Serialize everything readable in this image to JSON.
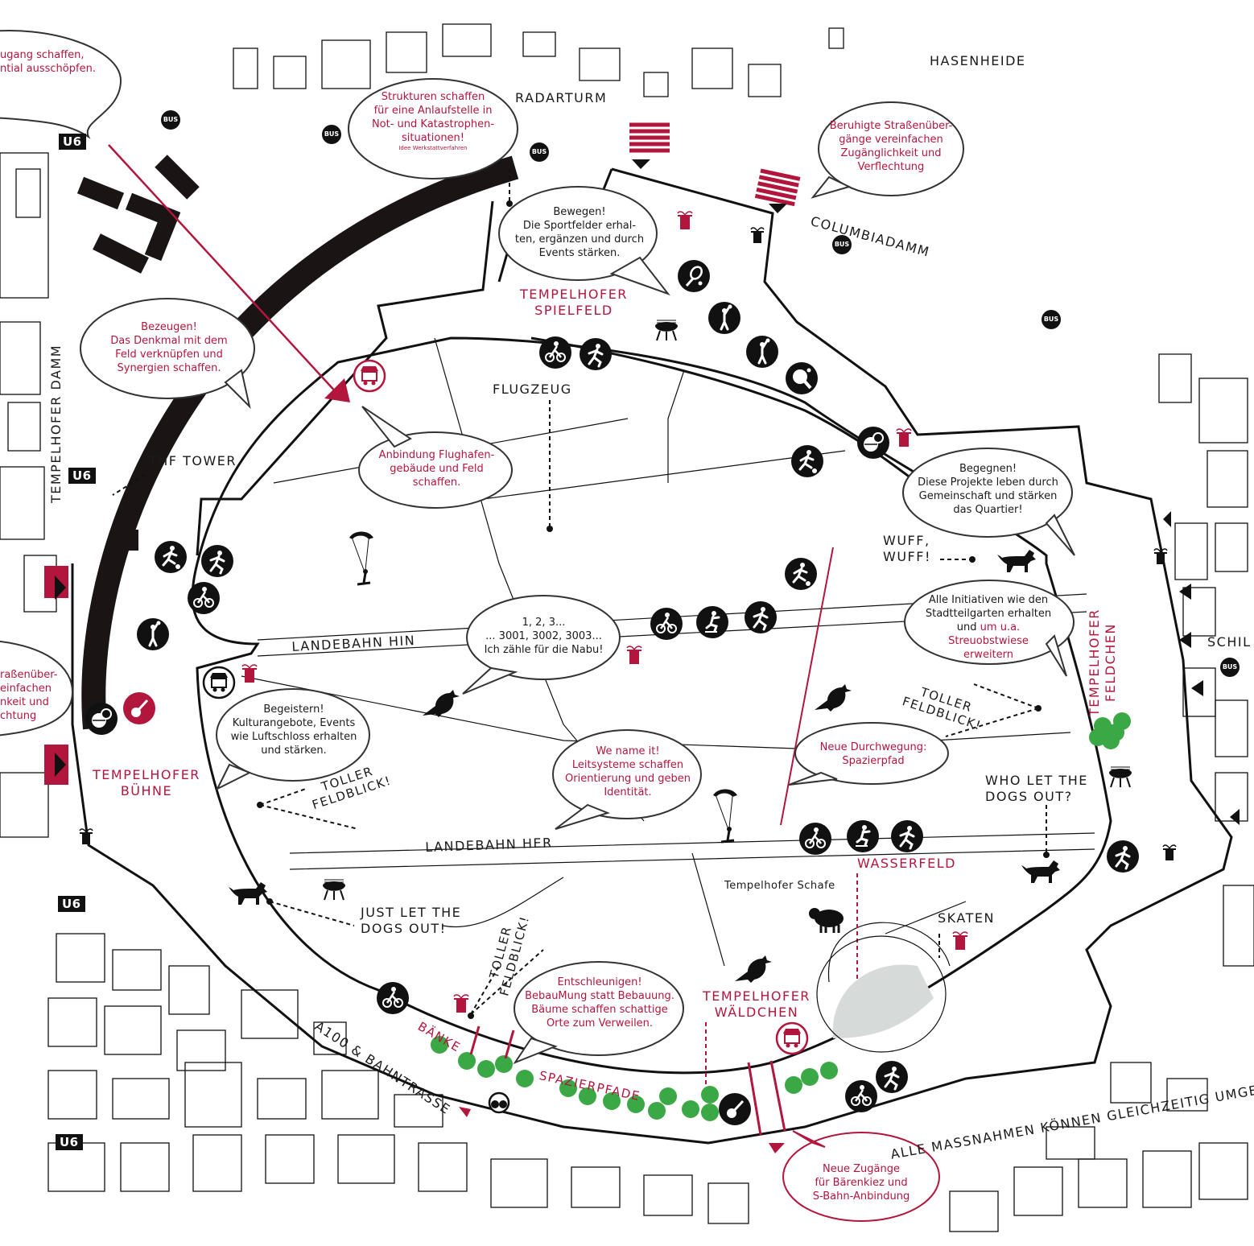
{
  "colors": {
    "accent": "#b3163d",
    "ink": "#111111",
    "green": "#3aa845",
    "grey": "#d6dbd9"
  },
  "streets": {
    "hasenheide": "HASENHEIDE",
    "columbiadamm": "COLUMBIADAMM",
    "tempelhofer_damm": "TEMPELHOFER DAMM",
    "a100": "A100 & BAHNTRASSE",
    "schil": "SCHIL",
    "footer_note": "ALLE MASSNAHMEN KÖNNEN GLEICHZEITIG UMGE"
  },
  "places": {
    "radarturm": "RADARTURM",
    "flugzeug": "FLUGZEUG",
    "thf_tower": "THF TOWER",
    "landebahn_hin": "LANDEBAHN HIN",
    "landebahn_her": "LANDEBAHN HER",
    "wuff": "WUFF,\nWUFF!",
    "toller_feldblick_left": "TOLLER\nFELDBLICK!",
    "toller_feldblick_right": "TOLLER\nFELDBLICK!",
    "toller_feldblick_bottom": "TOLLER\nFELDBLICK!",
    "who_let": "WHO LET THE\nDOGS OUT?",
    "just_let": "JUST LET THE\nDOGS OUT!",
    "skaten": "SKATEN",
    "schafe": "Tempelhofer Schafe"
  },
  "areas": {
    "spielfeld": "TEMPELHOFER\nSPIELFELD",
    "buehne": "TEMPELHOFER\nBÜHNE",
    "feldchen": "TEMPELHOFER\nFELDCHEN",
    "waeldchen": "TEMPELHOFER\nWÄLDCHEN",
    "wasserfeld": "WASSERFELD",
    "baenke": "BÄNKE",
    "spazierpfade": "SPAZIERPFADE"
  },
  "transit": {
    "u6": "U6",
    "bus": "BUS"
  },
  "bubbles": {
    "zugang": "ugang schaffen,\nntial ausschöpfen.",
    "strukturen": "Strukturen schaffen\nfür eine Anlaufstelle in\nNot- und Katastrophen-\nsituationen!",
    "strukturen_note": "Idee Werkstattverfahren",
    "beruhigte": "Beruhigte Straßenüber-\ngänge vereinfachen\nZugänglichkeit und\nVerflechtung",
    "bewegen": "Bewegen!\nDie Sportfelder erhal-\nten, ergänzen und durch\nEvents stärken.",
    "bezeugen": "Bezeugen!\nDas Denkmal mit dem\nFeld verknüpfen und\nSynergien schaffen.",
    "anbindung": "Anbindung Flughafen-\ngebäude und Feld\nschaffen.",
    "begegnen": "Begegnen!\nDiese Projekte leben durch\nGemeinschaft und stärken\ndas Quartier!",
    "initiativen_a": "Alle Initiativen wie den\nStadtteilgarten erhalten\nund ",
    "initiativen_b": "um u.a.\nStreuobstwiese\nerweitern",
    "zaehlen": "1, 2, 3...\n... 3001, 3002, 3003...\nIch zähle für die Nabu!",
    "strasse_left": "raßenüber-\neinfachen\nnkeit und\nchtung",
    "begeistern": "Begeistern!\nKulturangebote, Events\nwie Luftschloss erhalten\nund stärken.",
    "we_name": "We name it!\nLeitsysteme schaffen\nOrientierung und geben\nIdentität.",
    "durchwegung": "Neue Durchwegung:\nSpazierpfad",
    "entschleunigen": "Entschleunigen!\nBebauMung statt Bebauung.\nBäume schaffen schattige\nOrte zum Verweilen.",
    "zugaenge": "Neue Zugänge\nfür Bärenkiez und\nS-Bahn-Anbindung"
  },
  "icons": {
    "sport": [
      "cycling-icon",
      "running-icon",
      "soccer-icon",
      "tennis-icon",
      "basketball-icon",
      "skating-icon",
      "table-tennis-icon",
      "ball-games-icon",
      "guitar-icon",
      "bbq-icon",
      "fountain-icon",
      "food-stand-icon",
      "dog-icon",
      "bird-icon",
      "sheep-icon",
      "kite-surfer-icon",
      "binoculars-icon",
      "tree-icon",
      "crossing-icon"
    ]
  }
}
